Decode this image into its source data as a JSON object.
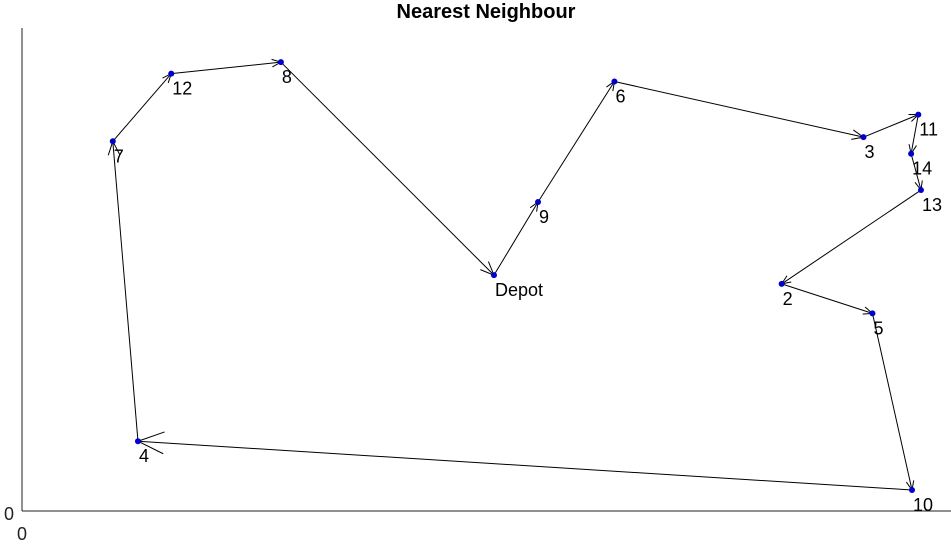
{
  "chart_data": {
    "type": "scatter",
    "title": "Nearest Neighbour",
    "xlabel": "",
    "ylabel": "",
    "xlim": [
      0,
      100
    ],
    "ylim": [
      0,
      100
    ],
    "x_tick_labels": [
      "0"
    ],
    "y_tick_labels": [
      "0"
    ],
    "grid": false,
    "marker_color": "#0000cc",
    "line_color": "#000000",
    "points": [
      {
        "label": "Depot",
        "x": 52.5,
        "y": 50.4
      },
      {
        "label": "2",
        "x": 84.5,
        "y": 48.5
      },
      {
        "label": "3",
        "x": 93.6,
        "y": 80.4
      },
      {
        "label": "4",
        "x": 12.9,
        "y": 14.3
      },
      {
        "label": "5",
        "x": 94.6,
        "y": 42.1
      },
      {
        "label": "6",
        "x": 65.9,
        "y": 92.5
      },
      {
        "label": "7",
        "x": 10.1,
        "y": 79.5
      },
      {
        "label": "8",
        "x": 28.8,
        "y": 96.7
      },
      {
        "label": "9",
        "x": 57.4,
        "y": 66.3
      },
      {
        "label": "10",
        "x": 99.0,
        "y": 3.7
      },
      {
        "label": "11",
        "x": 99.7,
        "y": 85.3
      },
      {
        "label": "12",
        "x": 16.6,
        "y": 94.2
      },
      {
        "label": "13",
        "x": 100.0,
        "y": 68.9
      },
      {
        "label": "14",
        "x": 98.9,
        "y": 76.8
      }
    ],
    "route": [
      "Depot",
      "9",
      "6",
      "3",
      "11",
      "14",
      "13",
      "2",
      "5",
      "10",
      "4",
      "7",
      "12",
      "8",
      "Depot"
    ]
  }
}
